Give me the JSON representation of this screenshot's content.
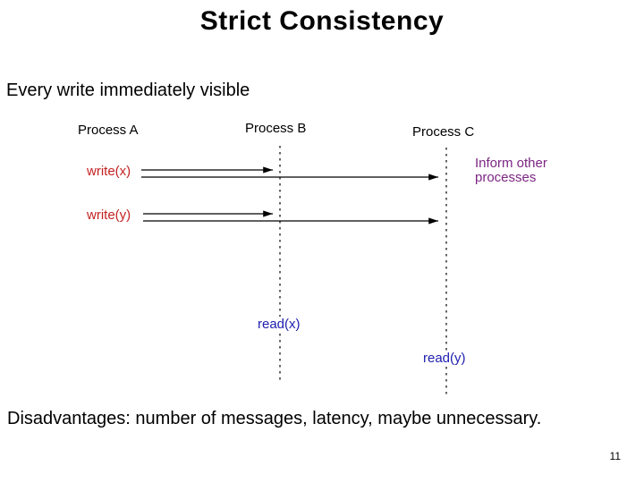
{
  "slide": {
    "title": "Strict Consistency",
    "subtitle": "Every write immediately visible",
    "footer": "Disadvantages: number of messages, latency, maybe unnecessary.",
    "page_number": "11"
  },
  "diagram": {
    "process_a": "Process A",
    "process_b": "Process B",
    "process_c": "Process C",
    "write_x": "write(x)",
    "write_y": "write(y)",
    "read_x": "read(x)",
    "read_y": "read(y)",
    "inform_line1": "Inform other",
    "inform_line2": "processes"
  },
  "colors": {
    "write_label": "#c42222",
    "read_label": "#2020b0",
    "inform_label": "#7b2582",
    "text": "#000000",
    "background": "#ffffff"
  }
}
